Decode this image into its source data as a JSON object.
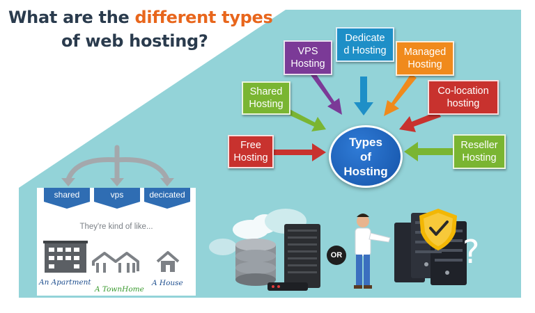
{
  "title": {
    "line1_pre": "What are the ",
    "line1_accent": "different types",
    "line2": "of web hosting?"
  },
  "diagram": {
    "hub": "Types\nof\nHosting",
    "nodes": [
      {
        "label": "Free\nHosting",
        "color": "#c8322e"
      },
      {
        "label": "Shared\nHosting",
        "color": "#7ab532"
      },
      {
        "label": "VPS\nHosting",
        "color": "#7b3a97"
      },
      {
        "label": "Dedicate\nd Hosting",
        "color": "#1e8fc7"
      },
      {
        "label": "Managed\nHosting",
        "color": "#f08a1c"
      },
      {
        "label": "Co-location\nhosting",
        "color": "#c8322e"
      },
      {
        "label": "Reseller\nHosting",
        "color": "#7ab532"
      }
    ]
  },
  "analogy": {
    "tabs": [
      "shared",
      "vps",
      "decicated"
    ],
    "subtitle": "They're kind of like...",
    "captions": [
      {
        "text": "An Apartment",
        "color": "#1f4f8f"
      },
      {
        "text": "A TownHome",
        "color": "#3a9a2e"
      },
      {
        "text": "A House",
        "color": "#1f4f8f"
      }
    ]
  },
  "or_label": "OR",
  "question_mark": "?",
  "colors": {
    "teal": "#93d3d8",
    "tab_blue": "#2f6db3",
    "hub_blue": "#1a5fb4"
  }
}
